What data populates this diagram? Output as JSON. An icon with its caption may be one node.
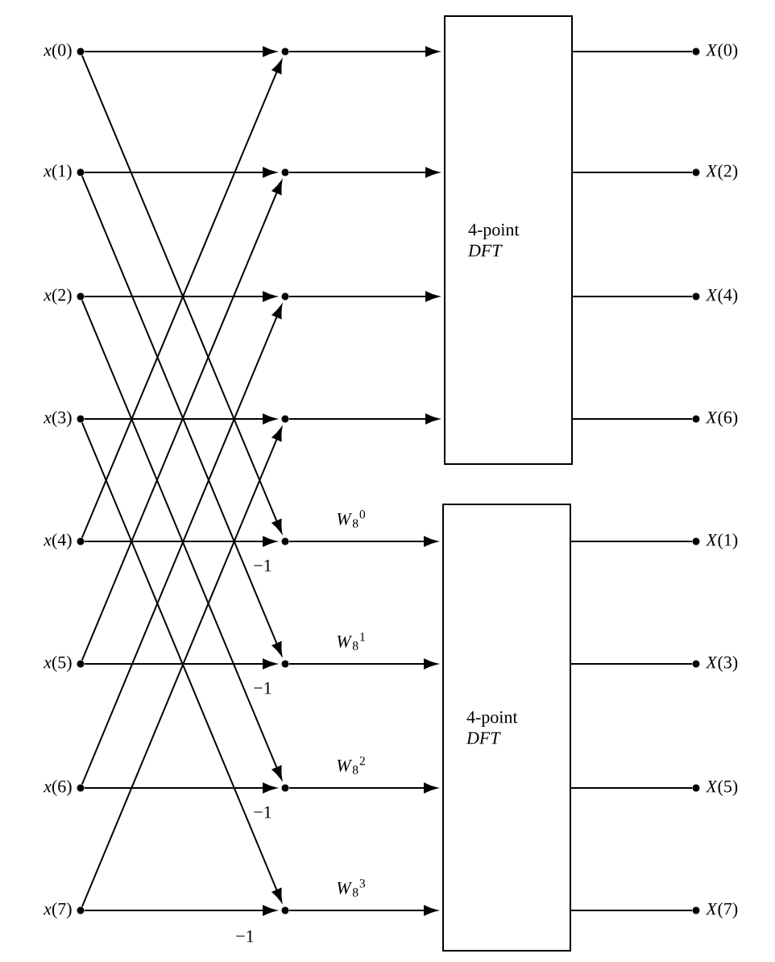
{
  "diagram": {
    "nodes": [
      {
        "text": [],
        "shape": "circle",
        "beside": [
          "*x*(0)"
        ]
      },
      {
        "text": [],
        "shape": "circle",
        "beside": [
          "*x*(1)"
        ]
      },
      {
        "text": [],
        "shape": "circle",
        "beside": [
          "*x*(2)"
        ]
      },
      {
        "text": [],
        "shape": "circle",
        "beside": [
          "*x*(3)"
        ]
      },
      {
        "text": [],
        "shape": "circle",
        "beside": [
          "*x*(4)"
        ]
      },
      {
        "text": [],
        "shape": "circle",
        "beside": [
          "*x*(5)"
        ]
      },
      {
        "text": [],
        "shape": "circle",
        "beside": [
          "*x*(6)"
        ]
      },
      {
        "text": [],
        "shape": "circle",
        "beside": [
          "*x*(7)"
        ]
      },
      {
        "text": [],
        "shape": "circle"
      },
      {
        "text": [],
        "shape": "circle"
      },
      {
        "text": [],
        "shape": "circle"
      },
      {
        "text": [],
        "shape": "circle"
      },
      {
        "text": [],
        "shape": "circle"
      },
      {
        "text": [],
        "shape": "circle"
      },
      {
        "text": [],
        "shape": "circle"
      },
      {
        "text": [],
        "shape": "circle"
      },
      {
        "text": [
          "4-point *DFT*"
        ]
      },
      {
        "text": [
          "4-point *DFT*"
        ]
      },
      {
        "text": [],
        "shape": "circle",
        "beside": [
          "*X*(0)"
        ]
      },
      {
        "text": [],
        "shape": "circle",
        "beside": [
          "*X*(2)"
        ]
      },
      {
        "text": [],
        "shape": "circle",
        "beside": [
          "*X*(4)"
        ]
      },
      {
        "text": [],
        "shape": "circle",
        "beside": [
          "*X*(6)"
        ]
      },
      {
        "text": [],
        "shape": "circle",
        "beside": [
          "*X*(1)"
        ]
      },
      {
        "text": [],
        "shape": "circle",
        "beside": [
          "*X*(3)"
        ]
      },
      {
        "text": [],
        "shape": "circle",
        "beside": [
          "*X*(5)"
        ]
      },
      {
        "text": [],
        "shape": "circle",
        "beside": [
          "*X*(7)"
        ]
      }
    ],
    "edges": [
      {
        "from": 0,
        "to": 8,
        "arrow": "to"
      },
      {
        "from": 0,
        "to": 12,
        "arrow": "to"
      },
      {
        "from": 1,
        "to": 9,
        "arrow": "to"
      },
      {
        "from": 1,
        "to": 13,
        "arrow": "to"
      },
      {
        "from": 2,
        "to": 10,
        "arrow": "to"
      },
      {
        "from": 2,
        "to": 14,
        "arrow": "to"
      },
      {
        "from": 3,
        "to": 11,
        "arrow": "to"
      },
      {
        "from": 3,
        "to": 15,
        "arrow": "to"
      },
      {
        "from": 4,
        "to": 8,
        "arrow": "to"
      },
      {
        "from": 4,
        "to": 12,
        "arrow": "to",
        "label": "−1"
      },
      {
        "from": 5,
        "to": 9,
        "arrow": "to"
      },
      {
        "from": 5,
        "to": 13,
        "arrow": "to",
        "label": "−1"
      },
      {
        "from": 6,
        "to": 10,
        "arrow": "to"
      },
      {
        "from": 6,
        "to": 14,
        "arrow": "to",
        "label": "−1"
      },
      {
        "from": 7,
        "to": 11,
        "arrow": "to"
      },
      {
        "from": 7,
        "to": 15,
        "arrow": "to",
        "label": "−1"
      },
      {
        "from": 8,
        "to": 16,
        "arrow": "to"
      },
      {
        "from": 9,
        "to": 16,
        "arrow": "to"
      },
      {
        "from": 10,
        "to": 16,
        "arrow": "to"
      },
      {
        "from": 11,
        "to": 16,
        "arrow": "to"
      },
      {
        "from": 12,
        "to": 17,
        "arrow": "to",
        "label": "*W*$_{8}$$^{0}$"
      },
      {
        "from": 13,
        "to": 17,
        "arrow": "to",
        "label": "*W*$_{8}$$^{1}$"
      },
      {
        "from": 14,
        "to": 17,
        "arrow": "to",
        "label": "*W*$_{8}$$^{2}$"
      },
      {
        "from": 15,
        "to": 17,
        "arrow": "to",
        "label": "*W*$_{8}$$^{3}$"
      },
      {
        "from": 16,
        "to": 18,
        "arrow": "none"
      },
      {
        "from": 16,
        "to": 19,
        "arrow": "none"
      },
      {
        "from": 16,
        "to": 20,
        "arrow": "none"
      },
      {
        "from": 16,
        "to": 21,
        "arrow": "none"
      },
      {
        "from": 17,
        "to": 22,
        "arrow": "none"
      },
      {
        "from": 17,
        "to": 23,
        "arrow": "none"
      },
      {
        "from": 17,
        "to": 24,
        "arrow": "none"
      },
      {
        "from": 17,
        "to": 25,
        "arrow": "none"
      }
    ]
  }
}
